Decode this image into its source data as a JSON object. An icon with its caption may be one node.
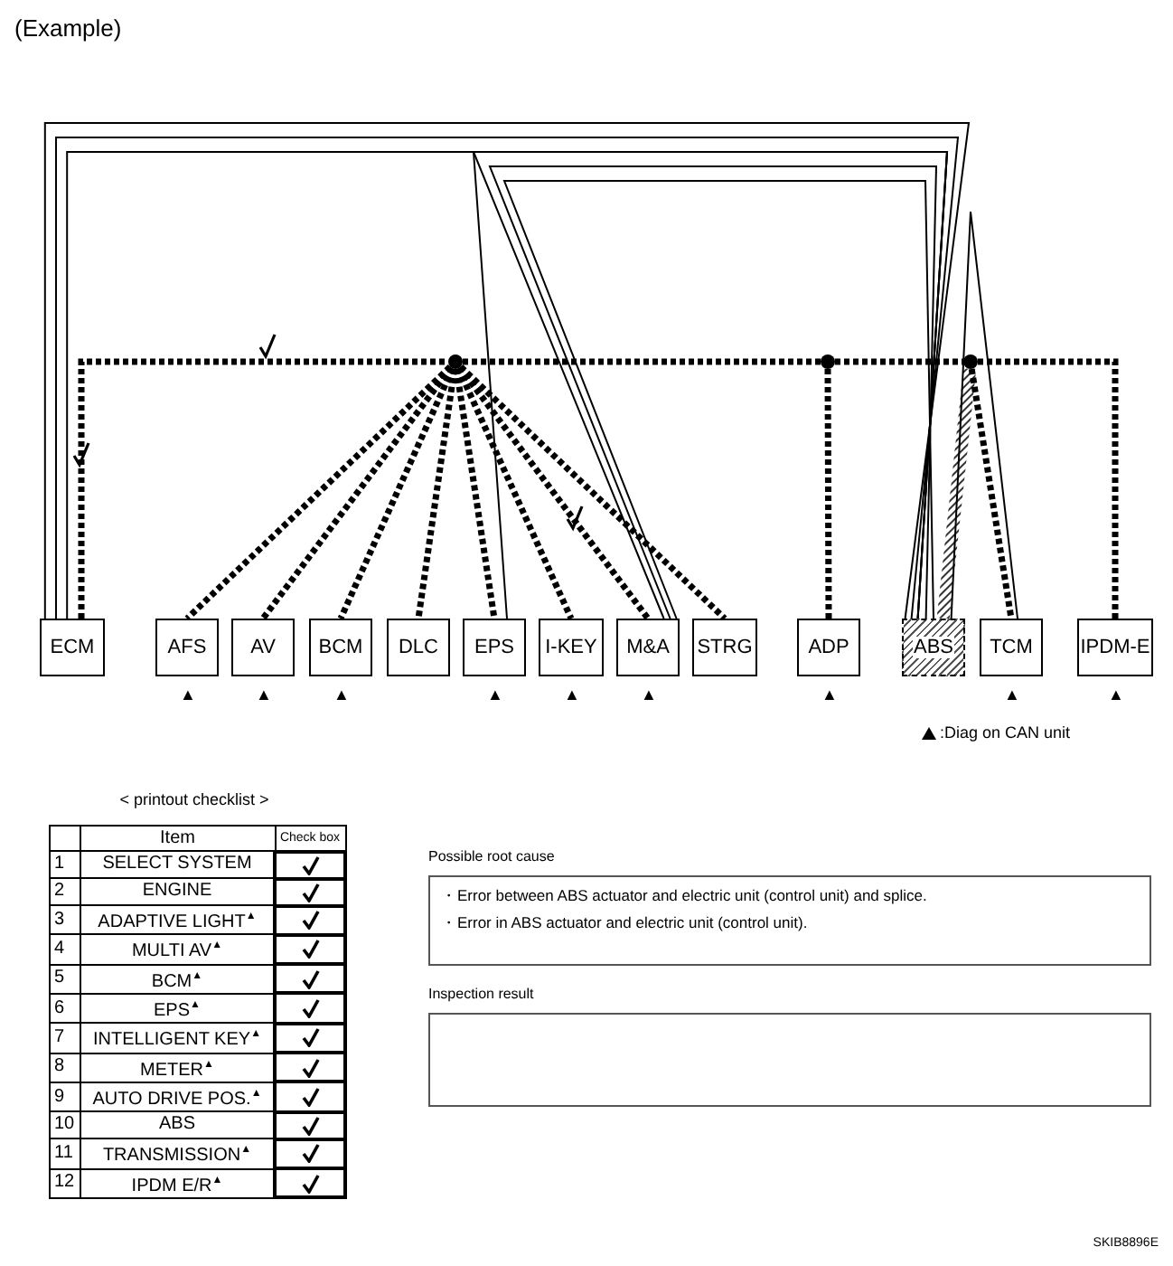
{
  "diagram": {
    "title": "(Example)",
    "nodes": [
      {
        "text": [
          "ECM"
        ]
      },
      {
        "text": [
          "AFS"
        ],
        "beside": [
          "▲"
        ]
      },
      {
        "text": [
          "AV"
        ],
        "beside": [
          "▲"
        ]
      },
      {
        "text": [
          "BCM"
        ],
        "beside": [
          "▲"
        ]
      },
      {
        "text": [
          "DLC"
        ]
      },
      {
        "text": [
          "EPS"
        ],
        "beside": [
          "▲"
        ]
      },
      {
        "text": [
          "I-KEY"
        ],
        "beside": [
          "▲"
        ]
      },
      {
        "text": [
          "M&A"
        ],
        "beside": [
          "▲"
        ]
      },
      {
        "text": [
          "STRG"
        ]
      },
      {
        "text": [
          "ADP"
        ],
        "beside": [
          "▲"
        ]
      },
      {
        "text": [
          "ABS"
        ]
      },
      {
        "text": [
          "TCM"
        ],
        "beside": [
          "▲"
        ]
      },
      {
        "text": [
          "IPDM-E"
        ],
        "beside": [
          "▲"
        ]
      },
      {
        "text": [
          "Possible root cause",
          "・Error between ABS actuator and electric unit (control unit) and splice.",
          "・Error in ABS actuator and electric unit (control unit)."
        ]
      },
      {
        "text": [
          "Inspection result"
        ]
      },
      {
        "text": [],
        "shape": "circle"
      },
      {
        "text": [],
        "shape": "circle"
      },
      {
        "text": [],
        "shape": "circle"
      }
    ],
    "edges": [
      {
        "from": 0,
        "to": 15,
        "arrow": "none",
        "style": "dashed"
      },
      {
        "from": 15,
        "to": 1,
        "arrow": "none",
        "style": "dashed"
      },
      {
        "from": 15,
        "to": 2,
        "arrow": "none",
        "style": "dashed"
      },
      {
        "from": 15,
        "to": 3,
        "arrow": "none",
        "style": "dashed"
      },
      {
        "from": 15,
        "to": 4,
        "arrow": "none",
        "style": "dashed"
      },
      {
        "from": 15,
        "to": 5,
        "arrow": "none",
        "style": "dashed"
      },
      {
        "from": 15,
        "to": 6,
        "arrow": "none",
        "style": "dashed"
      },
      {
        "from": 15,
        "to": 7,
        "arrow": "none",
        "style": "dashed"
      },
      {
        "from": 15,
        "to": 8,
        "arrow": "none",
        "style": "dashed"
      },
      {
        "from": 15,
        "to": 16,
        "arrow": "none",
        "style": "dashed"
      },
      {
        "from": 16,
        "to": 9,
        "arrow": "none",
        "style": "dashed"
      },
      {
        "from": 16,
        "to": 17,
        "arrow": "none",
        "style": "dashed"
      },
      {
        "from": 17,
        "to": 10,
        "arrow": "none",
        "style": "thick"
      },
      {
        "from": 17,
        "to": 11,
        "arrow": "none",
        "style": "dashed"
      },
      {
        "from": 17,
        "to": 12,
        "arrow": "none",
        "style": "dashed"
      },
      {
        "from": 0,
        "to": 10,
        "arrow": "none"
      },
      {
        "from": 0,
        "to": 10,
        "arrow": "none"
      },
      {
        "from": 0,
        "to": 10,
        "arrow": "none"
      },
      {
        "from": 5,
        "to": 10,
        "arrow": "none"
      },
      {
        "from": 7,
        "to": 10,
        "arrow": "none"
      },
      {
        "from": 7,
        "to": 10,
        "arrow": "none"
      },
      {
        "from": 7,
        "to": 10,
        "arrow": "none"
      },
      {
        "from": 11,
        "to": 10,
        "arrow": "none"
      }
    ],
    "labels": [
      "< printout checklist >",
      "Item",
      "Check box",
      "1",
      "SELECT SYSTEM",
      "2",
      "ENGINE",
      "3",
      "ADAPTIVE LIGHT$^{▲}$",
      "4",
      "MULTI AV$^{▲}$",
      "5",
      "BCM$^{▲}$",
      "6",
      "EPS$^{▲}$",
      "7",
      "INTELLIGENT KEY$^{▲}$",
      "8",
      "METER$^{▲}$",
      "9",
      "AUTO DRIVE POS.$^{▲}$",
      "10",
      "ABS",
      "11",
      "TRANSMISSION$^{▲}$",
      "12",
      "IPDM E/R$^{▲}$",
      "SKIB8896E"
    ],
    "legend": [
      {
        "text": ":Diag on CAN unit"
      }
    ]
  }
}
